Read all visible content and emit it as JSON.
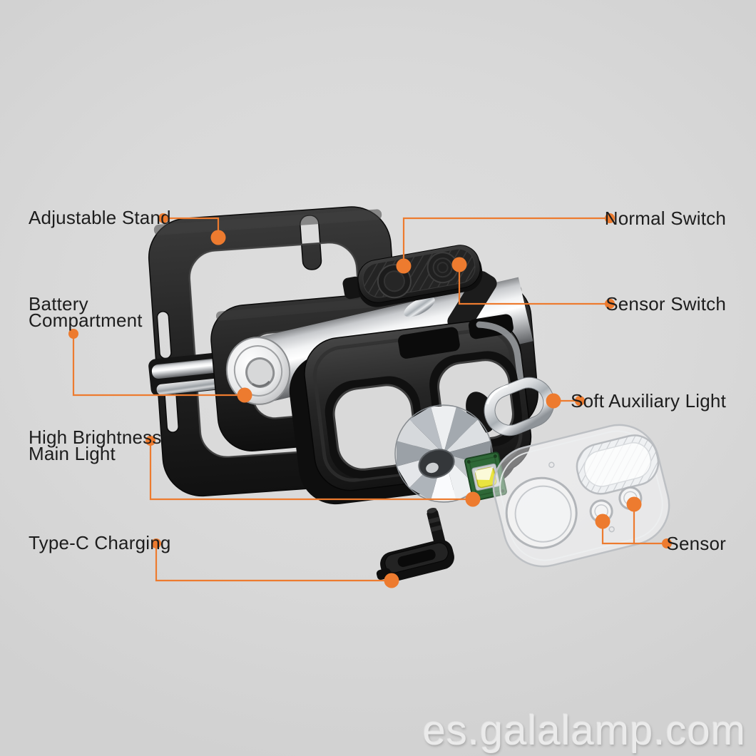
{
  "page": {
    "background_color": "#dadada",
    "accent_color": "#ed7b2f",
    "text_color": "#1d1d1d"
  },
  "diagram": {
    "type": "exploded-view",
    "subject": "sensor headlamp parts diagram",
    "callouts": {
      "adjustable_stand": {
        "label": "Adjustable Stand",
        "side": "left"
      },
      "battery_compartment": {
        "label": "Battery\nCompartment",
        "side": "left"
      },
      "high_brightness_main_light": {
        "label": "High Brightness\nMain Light",
        "side": "left"
      },
      "type_c_charging": {
        "label": "Type-C Charging",
        "side": "left"
      },
      "normal_switch": {
        "label": "Normal Switch",
        "side": "right"
      },
      "sensor_switch": {
        "label": "Sensor Switch",
        "side": "right"
      },
      "soft_auxiliary_light": {
        "label": "Soft Auxiliary Light",
        "side": "right"
      },
      "sensor": {
        "label": "Sensor",
        "side": "right"
      }
    }
  },
  "watermark": {
    "text": "es.galalamp.com"
  }
}
